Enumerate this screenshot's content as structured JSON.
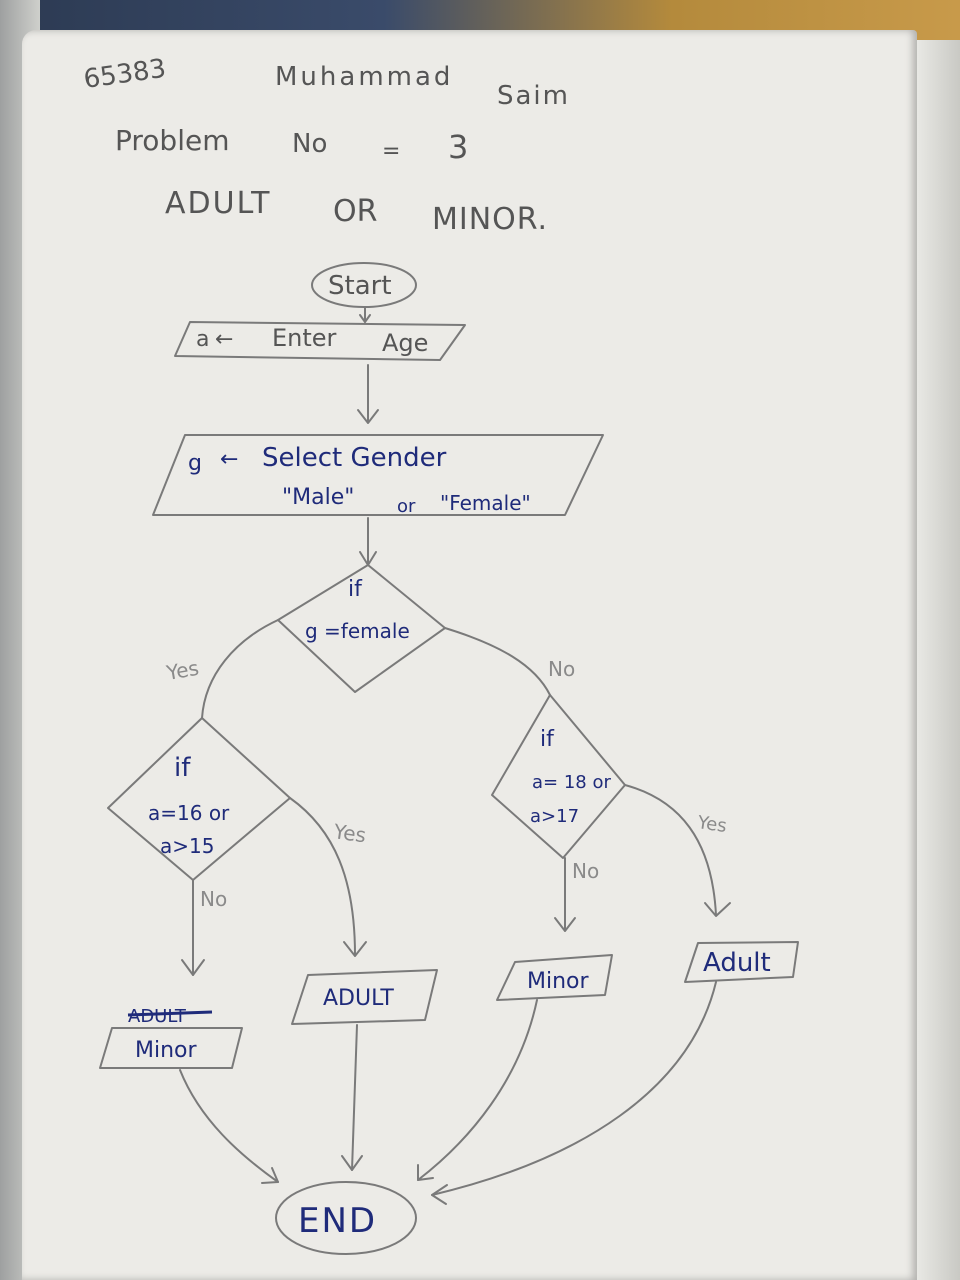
{
  "header": {
    "roll_no": "65383",
    "name_first": "Muhammad",
    "name_last": "Saim",
    "problem_label": "Problem",
    "problem_no": "No",
    "problem_eq": "=",
    "problem_num": "3",
    "title_w1": "ADULT",
    "title_w2": "OR",
    "title_w3": "MINOR."
  },
  "flowchart": {
    "start": "Start",
    "input_age": {
      "var": "a",
      "arrow": "←",
      "text1": "Enter",
      "text2": "Age"
    },
    "input_gender": {
      "var": "g",
      "arrow": "←",
      "line1": "Select Gender",
      "q1": "\"Male\"",
      "or": "or",
      "q2": "\"Female\""
    },
    "decision_gender": {
      "if": "if",
      "cond": "g =female"
    },
    "branch_yes": "Yes",
    "branch_no": "No",
    "decision_female": {
      "if": "if",
      "line1": "a=16 or",
      "line2": "a>15"
    },
    "decision_male": {
      "if": "if",
      "line1": "a= 18 or",
      "line2": "a>17"
    },
    "female_no": "No",
    "female_yes": "Yes",
    "male_no": "No",
    "male_yes": "Yes",
    "out_minor_left": "Minor",
    "out_minor_left_crossed": "ADULT",
    "out_adult_left": "ADULT",
    "out_minor_right": "Minor",
    "out_adult_right": "Adult",
    "end": "END"
  },
  "colors": {
    "pencil": "#7a7a7a",
    "ink": "#1f2b7a",
    "paper": "#ecebe7"
  }
}
